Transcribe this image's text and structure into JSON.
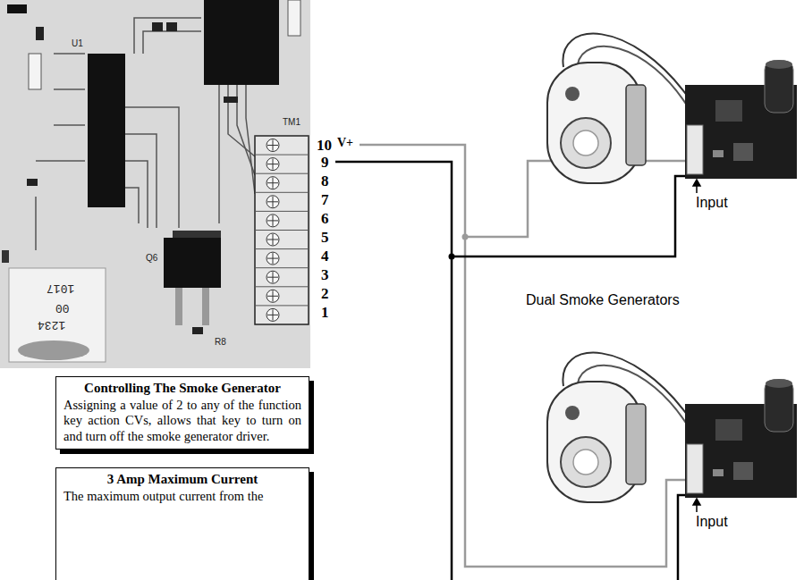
{
  "diagram": {
    "nodes": [
      {
        "text": [
          "Controlling The Smoke Generator",
          "Assigning a value of 2 to any of the function key action CVs, allows that key to turn on and turn off the smoke generator driver."
        ]
      },
      {
        "text": [
          "3 Amp Maximum Current",
          "The maximum output current from the"
        ]
      }
    ],
    "labels": [
      "10",
      "V+",
      "9",
      "8",
      "7",
      "6",
      "5",
      "4",
      "3",
      "2",
      "1",
      "Input",
      "Dual Smoke Generators",
      "Input",
      "U1",
      "Q6",
      "R8",
      "TM1",
      "1234",
      "00",
      "1017"
    ]
  }
}
